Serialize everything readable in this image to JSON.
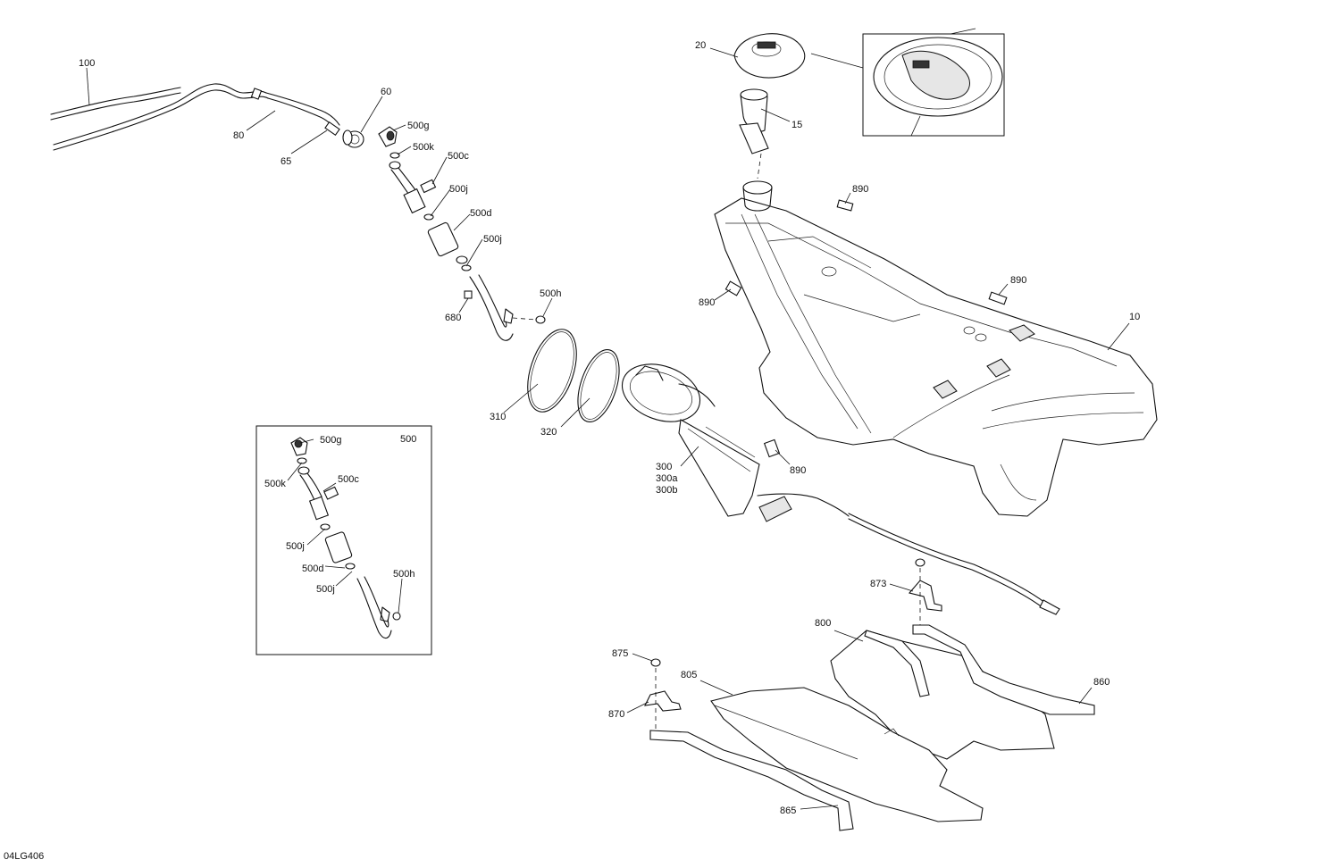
{
  "figure_code": "04LG406",
  "callouts": {
    "c100": "100",
    "c80": "80",
    "c65": "65",
    "c60": "60",
    "c500g": "500g",
    "c500k": "500k",
    "c500c": "500c",
    "c500j_a": "500j",
    "c500d": "500d",
    "c500j_b": "500j",
    "c500h": "500h",
    "c680": "680",
    "c310": "310",
    "c320": "320",
    "c300": "300",
    "c300a": "300a",
    "c300b": "300b",
    "c20": "20",
    "c15": "15",
    "c10": "10",
    "c890_a": "890",
    "c890_b": "890",
    "c890_c": "890",
    "c890_d": "890",
    "c873": "873",
    "c800": "800",
    "c875": "875",
    "c805": "805",
    "c870": "870",
    "c860": "860",
    "c865": "865"
  },
  "inset": {
    "title": "500",
    "c500g": "500g",
    "c500k": "500k",
    "c500c": "500c",
    "c500j_a": "500j",
    "c500d": "500d",
    "c500j_b": "500j",
    "c500h": "500h"
  }
}
